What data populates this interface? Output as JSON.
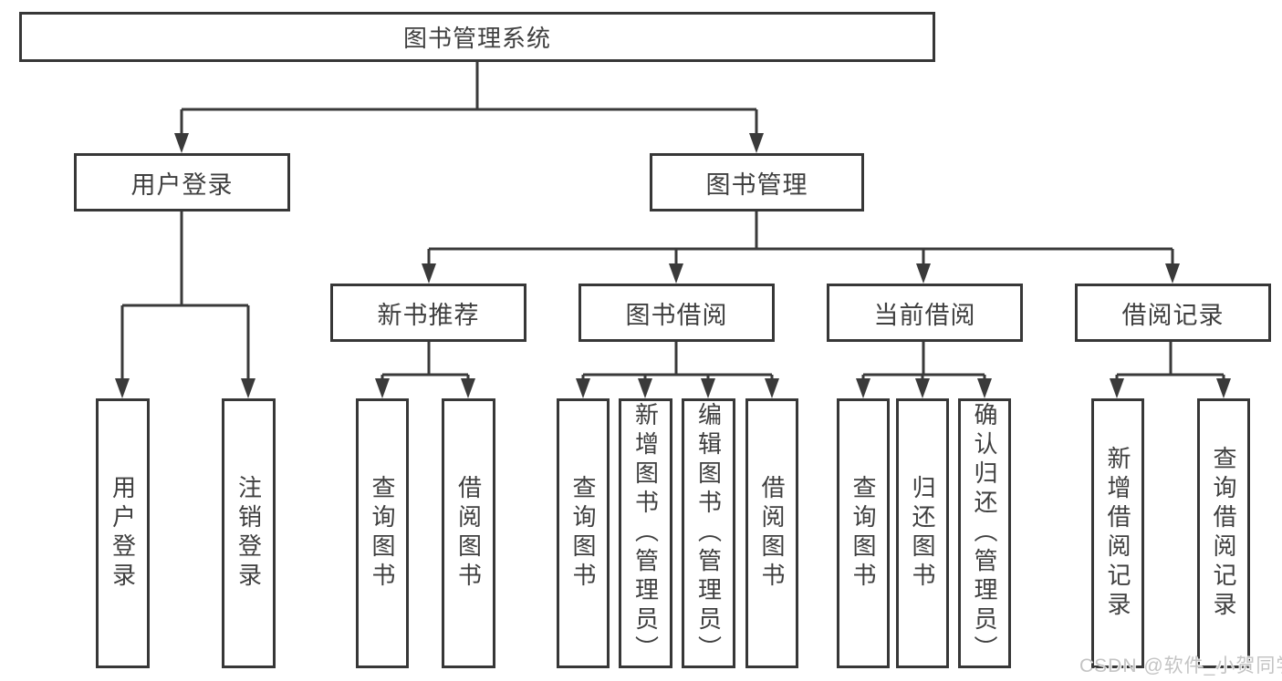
{
  "diagram": {
    "root": "图书管理系统",
    "branches": [
      {
        "label": "用户登录",
        "leaves": [
          "用户登录",
          "注销登录"
        ]
      },
      {
        "label": "图书管理",
        "groups": [
          {
            "label": "新书推荐",
            "leaves": [
              "查询图书",
              "借阅图书"
            ]
          },
          {
            "label": "图书借阅",
            "leaves": [
              "查询图书",
              "新增图书（管理员）",
              "编辑图书（管理员）",
              "借阅图书"
            ]
          },
          {
            "label": "当前借阅",
            "leaves": [
              "查询图书",
              "归还图书",
              "确认归还（管理员）"
            ]
          },
          {
            "label": "借阅记录",
            "leaves": [
              "新增借阅记录",
              "查询借阅记录"
            ]
          }
        ]
      }
    ]
  },
  "watermark": "CSDN @软件_小贺同学",
  "colors": {
    "line": "#3a3a3a",
    "border": "#373737",
    "text": "#3f3f3f",
    "watermark": "#c4c4c4",
    "background": "#ffffff"
  }
}
